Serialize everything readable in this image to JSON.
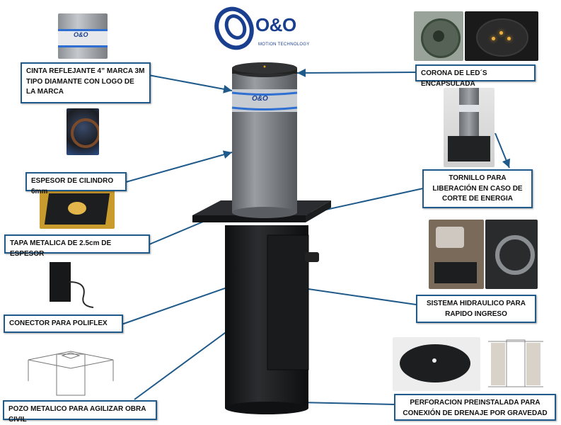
{
  "brand": {
    "name": "O&O",
    "tagline": "MOTION TECHNOLOGY",
    "color": "#1b3f8f"
  },
  "callouts": {
    "reflective_tape": "CINTA REFLEJANTE 4” MARCA 3M TIPO DIAMANTE CON LOGO DE LA MARCA",
    "cylinder_thickness": "ESPESOR DE CILINDRO 6mm",
    "metal_cover": "TAPA METALICA DE 2.5cm DE ESPESOR",
    "polyflex_connector": "CONECTOR PARA POLIFLEX",
    "metal_pit": "POZO METALICO PARA AGILIZAR OBRA CIVIL",
    "led_crown": "CORONA DE LED´S ENCAPSULADA",
    "release_screw": "TORNILLO PARA LIBERACIÓN EN CASO DE CORTE DE ENERGIA",
    "hydraulic_system": "SISTEMA HIDRAULICO PARA RAPIDO INGRESO",
    "drain_perforation": "PERFORACION PREINSTALADA PARA CONEXIÓN DE DRENAJE POR GRAVEDAD"
  },
  "bollard": {
    "band_logo": "O&O",
    "body_color": "#7d8185",
    "base_color": "#1c1e20",
    "band_color": "#2e6fd1"
  },
  "colors": {
    "accent": "#1f5a8a",
    "arrow": "#1f5a8a"
  }
}
